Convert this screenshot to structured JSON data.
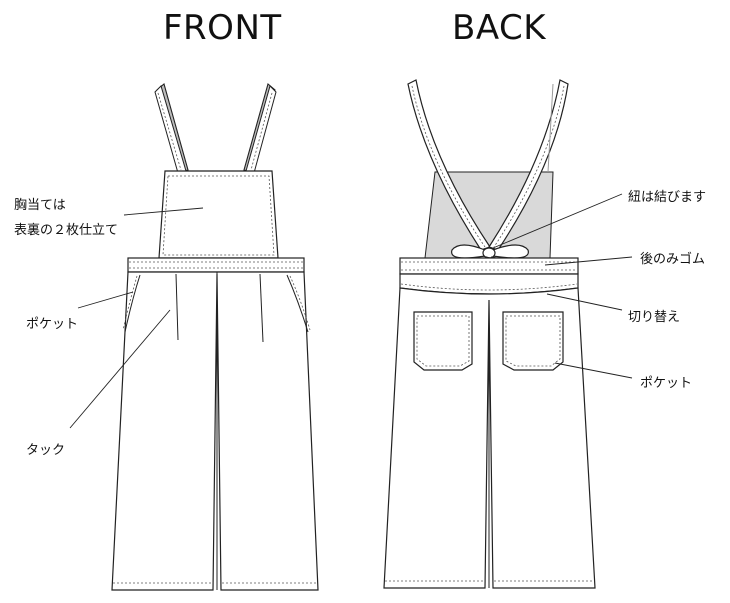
{
  "headings": {
    "front": "FRONT",
    "back": "BACK"
  },
  "front_labels": {
    "bib_line1": "胸当ては",
    "bib_line2": "表裏の２枚仕立て",
    "pocket": "ポケット",
    "tuck": "タック"
  },
  "back_labels": {
    "tie": "紐は結びます",
    "elastic": "後のみゴム",
    "seam": "切り替え",
    "pocket": "ポケット"
  },
  "colors": {
    "line": "#222222",
    "fill": "#ffffff",
    "shade": "#d9d9d9",
    "strap_inner": "#bbbbbb"
  }
}
